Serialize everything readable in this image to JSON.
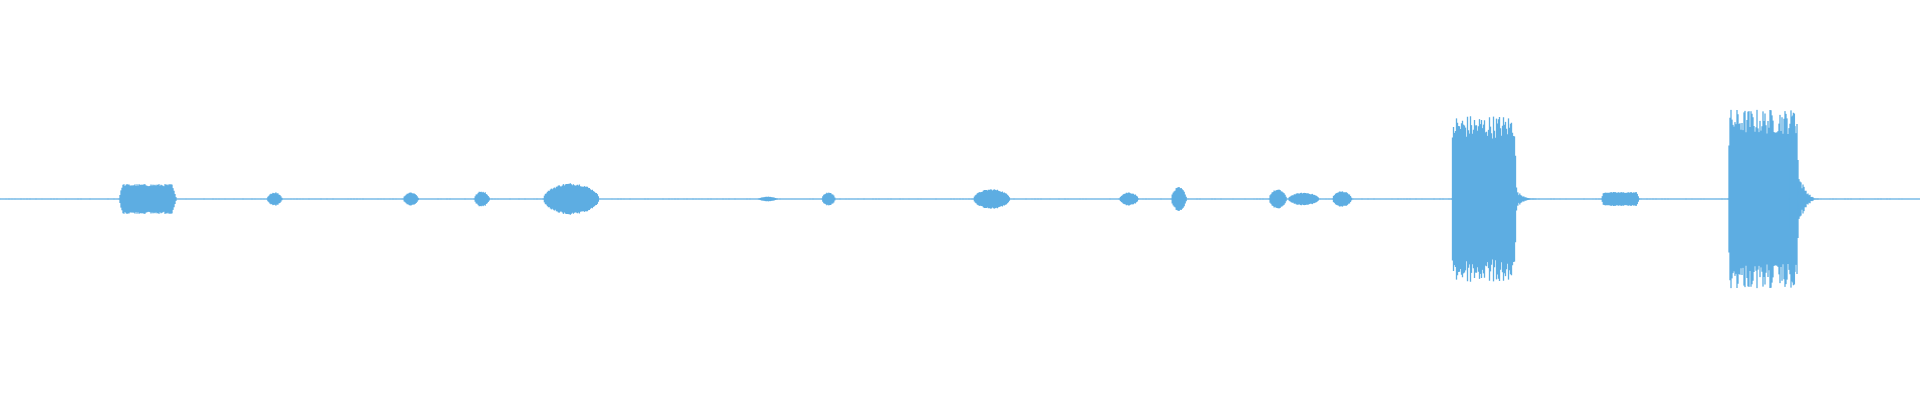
{
  "waveform": {
    "color": "#5dade2",
    "background": "#ffffff",
    "baseline_amplitude": 0.004,
    "segments": [
      {
        "start": 0.062,
        "end": 0.092,
        "amplitude": 0.075,
        "shape": "block"
      },
      {
        "start": 0.139,
        "end": 0.147,
        "amplitude": 0.035,
        "shape": "blip"
      },
      {
        "start": 0.21,
        "end": 0.218,
        "amplitude": 0.035,
        "shape": "blip"
      },
      {
        "start": 0.247,
        "end": 0.255,
        "amplitude": 0.04,
        "shape": "blip"
      },
      {
        "start": 0.283,
        "end": 0.312,
        "amplitude": 0.08,
        "shape": "rounded"
      },
      {
        "start": 0.395,
        "end": 0.405,
        "amplitude": 0.012,
        "shape": "blip"
      },
      {
        "start": 0.428,
        "end": 0.435,
        "amplitude": 0.035,
        "shape": "blip"
      },
      {
        "start": 0.507,
        "end": 0.526,
        "amplitude": 0.05,
        "shape": "rounded"
      },
      {
        "start": 0.583,
        "end": 0.593,
        "amplitude": 0.035,
        "shape": "blip"
      },
      {
        "start": 0.61,
        "end": 0.618,
        "amplitude": 0.06,
        "shape": "blip"
      },
      {
        "start": 0.661,
        "end": 0.67,
        "amplitude": 0.048,
        "shape": "rounded"
      },
      {
        "start": 0.671,
        "end": 0.687,
        "amplitude": 0.032,
        "shape": "rounded"
      },
      {
        "start": 0.694,
        "end": 0.704,
        "amplitude": 0.04,
        "shape": "rounded"
      },
      {
        "start": 0.756,
        "end": 0.79,
        "amplitude": 0.42,
        "shape": "burst"
      },
      {
        "start": 0.79,
        "end": 0.8,
        "amplitude": 0.04,
        "shape": "tail"
      },
      {
        "start": 0.834,
        "end": 0.854,
        "amplitude": 0.035,
        "shape": "block"
      },
      {
        "start": 0.9,
        "end": 0.937,
        "amplitude": 0.45,
        "shape": "burst"
      },
      {
        "start": 0.932,
        "end": 0.936,
        "amplitude": 0.55,
        "shape": "spike"
      },
      {
        "start": 0.937,
        "end": 0.947,
        "amplitude": 0.12,
        "shape": "tail"
      }
    ]
  }
}
